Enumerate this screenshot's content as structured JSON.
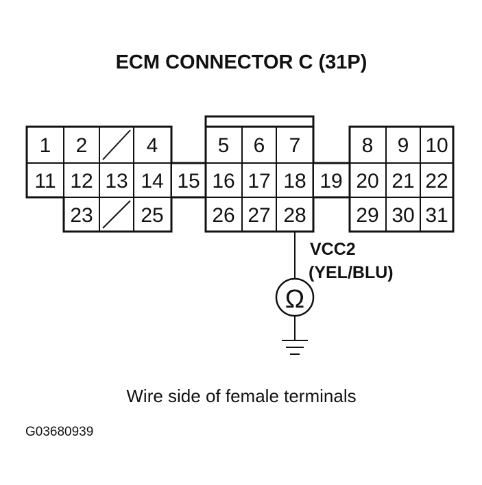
{
  "title": "ECM CONNECTOR C (31P)",
  "terminals": {
    "t1": "1",
    "t2": "2",
    "t4": "4",
    "t5": "5",
    "t6": "6",
    "t7": "7",
    "t8": "8",
    "t9": "9",
    "t10": "10",
    "t11": "11",
    "t12": "12",
    "t13": "13",
    "t14": "14",
    "t15": "15",
    "t16": "16",
    "t17": "17",
    "t18": "18",
    "t19": "19",
    "t20": "20",
    "t21": "21",
    "t22": "22",
    "t23": "23",
    "t25": "25",
    "t26": "26",
    "t27": "27",
    "t28": "28",
    "t29": "29",
    "t30": "30",
    "t31": "31"
  },
  "probe": {
    "signal": "VCC2",
    "wire_color": "(YEL/BLU)",
    "meter_symbol": "Ω"
  },
  "caption": "Wire side of female terminals",
  "figure_code": "G03680939"
}
